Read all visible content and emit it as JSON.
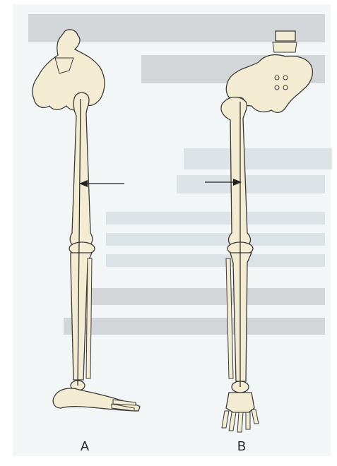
{
  "figure": {
    "panel_a_label": "A",
    "panel_b_label": "B"
  },
  "colors": {
    "page_background": "#ffffff",
    "bone_fill": "#f3ecd3",
    "bone_outline": "#3a3a3a",
    "background_print": "#c9d4d8"
  },
  "icons": [
    "pelvis-illustration",
    "femur-illustration",
    "tibia-illustration",
    "foot-illustration",
    "load-arrow-icon"
  ]
}
